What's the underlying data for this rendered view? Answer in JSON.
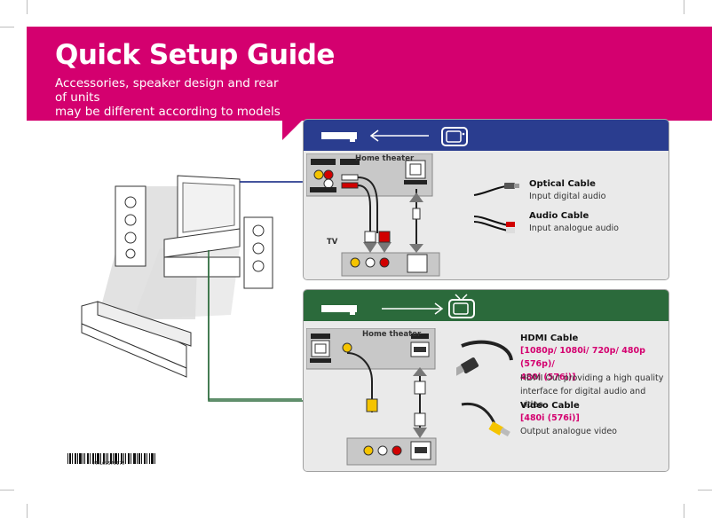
{
  "header": {
    "title": "Quick Setup Guide",
    "subtitle_lines": [
      "Accessories, speaker design and rear of units",
      "may be different according to models"
    ]
  },
  "optical_panel": {
    "home_theater_label": "Home theater",
    "tv_label": "TV",
    "cables": [
      {
        "title": "Optical Cable",
        "desc": "Input digital audio"
      },
      {
        "title": "Audio Cable",
        "desc": "Input analogue audio"
      }
    ]
  },
  "hdmi_panel": {
    "home_theater_label": "Home theater",
    "hdmi_cable": {
      "title": "HDMI Cable",
      "spec_lines": [
        "[1080p/ 1080i/ 720p/ 480p (576p)/",
        "480i (576i)]"
      ],
      "desc_lines": [
        "HDMI Out providing a high quality",
        "interface for digital audio and video"
      ]
    },
    "video_cable": {
      "title": "Video Cable",
      "spec": "[480i (576i)]",
      "desc": "Output analogue video"
    }
  },
  "barcode_text": "MFL65579175",
  "colors": {
    "banner": "#d4006f",
    "optical_header": "#2a3d8f",
    "hdmi_header": "#2b6a3b",
    "spec_text": "#d4006f"
  }
}
